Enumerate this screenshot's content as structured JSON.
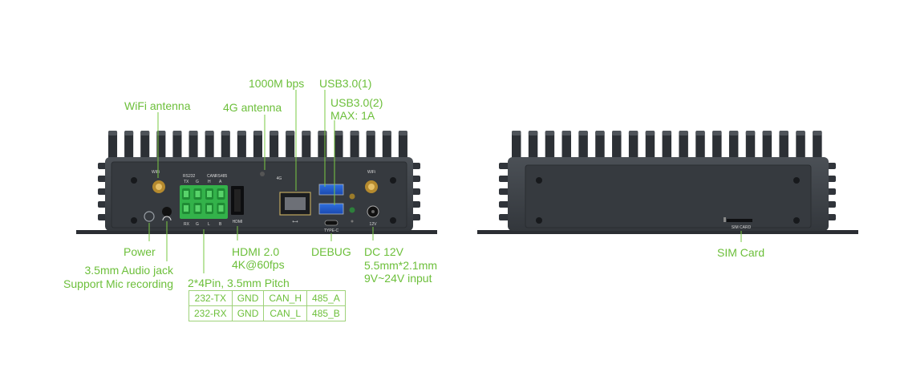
{
  "labels": {
    "wifi_antenna": "WiFi antenna",
    "antenna_4g": "4G antenna",
    "ethernet": "1000M bps",
    "usb1": "USB3.0(1)",
    "usb2": "USB3.0(2)",
    "usb2_max": "MAX: 1A",
    "power": "Power",
    "audio_line1": "3.5mm Audio jack",
    "audio_line2": "Support Mic recording",
    "hdmi_line1": "HDMI 2.0",
    "hdmi_line2": "4K@60fps",
    "debug": "DEBUG",
    "dc_line1": "DC 12V",
    "dc_line2": "5.5mm*2.1mm",
    "dc_line3": "9V~24V input",
    "terminal": "2*4Pin, 3.5mm Pitch",
    "sim": "SIM Card"
  },
  "pin_table": [
    [
      "232-TX",
      "GND",
      "CAN_H",
      "485_A"
    ],
    [
      "232-RX",
      "GND",
      "CAN_L",
      "485_B"
    ]
  ],
  "panel_text": {
    "wifi_left": "WiFi",
    "wifi_right": "WiFi",
    "lte": "4G",
    "rs232": "RS232",
    "can": "CAN",
    "rs485": "RS485",
    "tx": "TX",
    "g1": "G",
    "h": "H",
    "a": "A",
    "rx": "RX",
    "g2": "G",
    "l": "L",
    "b": "B",
    "hdmi": "HDMI",
    "typec": "TYPE-C",
    "dc12v": "12V",
    "sim_card": "SIM CARD"
  },
  "colors": {
    "accent": "#6cbf3a",
    "chassis": "#3d4147",
    "panel": "#2f3338",
    "terminal": "#33b24a"
  }
}
